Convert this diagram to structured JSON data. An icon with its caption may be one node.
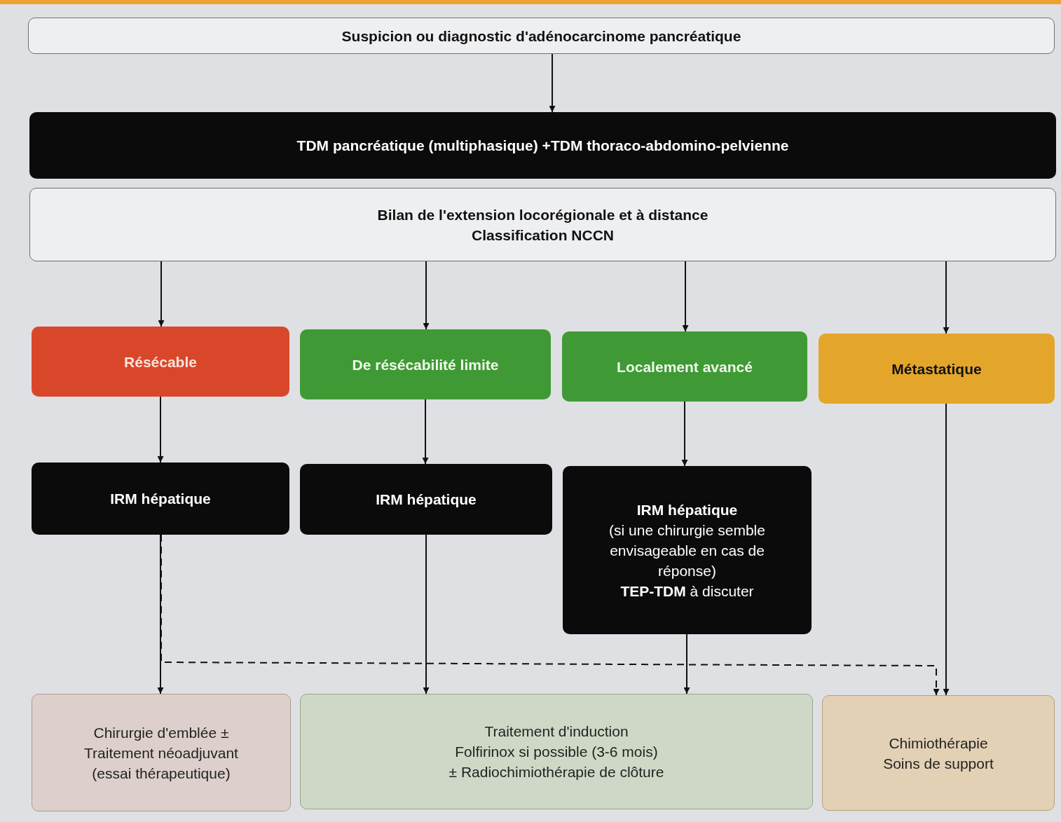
{
  "diagram": {
    "nodes": [
      {
        "text": [
          "Suspicion ou diagnostic d'adénocarcinome pancréatique"
        ]
      },
      {
        "text": [
          "TDM pancréatique (multiphasique) +TDM thoraco-abdomino-pelvienne"
        ]
      },
      {
        "text": [
          "Bilan de l'extension locorégionale et à distance",
          "Classification NCCN"
        ]
      },
      {
        "text": [
          "Résécable"
        ]
      },
      {
        "text": [
          "De résécabilité limite"
        ]
      },
      {
        "text": [
          "Localement avancé"
        ]
      },
      {
        "text": [
          "Métastatique"
        ]
      },
      {
        "text": [
          "IRM hépatique"
        ]
      },
      {
        "text": [
          "IRM hépatique"
        ]
      },
      {
        "text": [
          "IRM hépatique",
          "(si une chirurgie semble envisageable en cas de réponse)",
          "**TEP-TDM** à discuter"
        ]
      },
      {
        "text": [
          "Chirurgie d'emblée ± Traitement néoadjuvant (essai thérapeutique)"
        ]
      },
      {
        "text": [
          "Traitement d'induction",
          "Folfirinox si possible (3-6 mois)",
          "± Radiochimiothérapie de clôture"
        ]
      },
      {
        "text": [
          "Chimiothérapie",
          "Soins de support"
        ]
      }
    ],
    "edges": [
      {
        "from": 0,
        "to": 1,
        "arrow": "to"
      },
      {
        "from": 2,
        "to": 3,
        "arrow": "to"
      },
      {
        "from": 2,
        "to": 4,
        "arrow": "to"
      },
      {
        "from": 2,
        "to": 5,
        "arrow": "to"
      },
      {
        "from": 2,
        "to": 6,
        "arrow": "to"
      },
      {
        "from": 3,
        "to": 7,
        "arrow": "to"
      },
      {
        "from": 4,
        "to": 8,
        "arrow": "to"
      },
      {
        "from": 5,
        "to": 9,
        "arrow": "to"
      },
      {
        "from": 7,
        "to": 10,
        "arrow": "to"
      },
      {
        "from": 8,
        "to": 11,
        "arrow": "to"
      },
      {
        "from": 9,
        "to": 11,
        "arrow": "to"
      },
      {
        "from": 6,
        "to": 12,
        "arrow": "to"
      },
      {
        "from": 7,
        "to": 12,
        "arrow": "to",
        "style": "dashed"
      }
    ]
  }
}
